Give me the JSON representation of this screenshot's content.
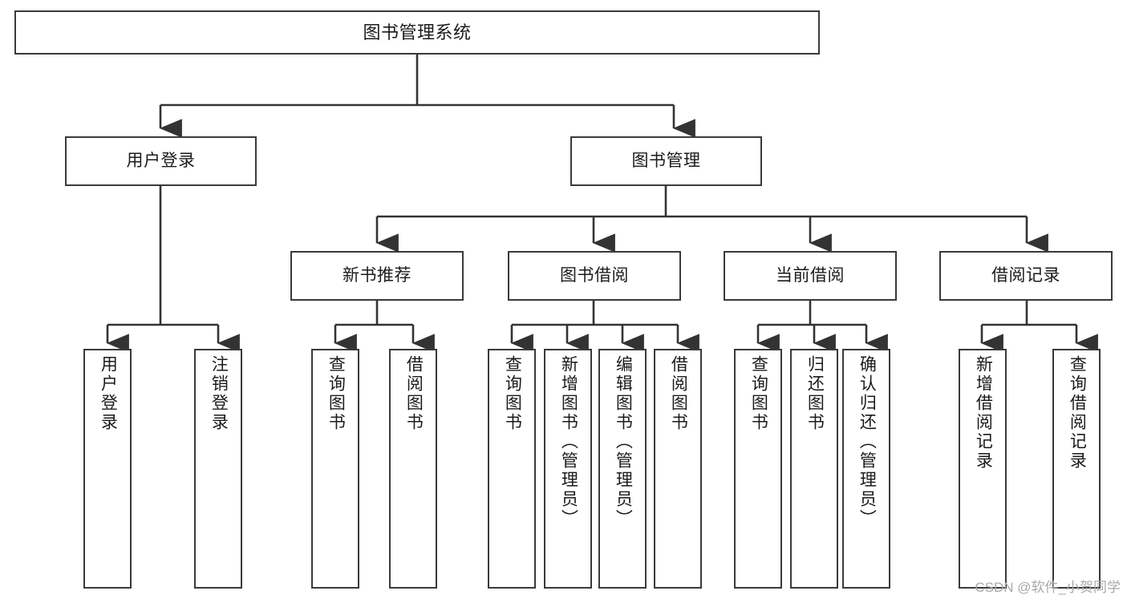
{
  "diagram": {
    "title": "图书管理系统",
    "type": "tree-structure-chart",
    "colors": {
      "box_border": "#3a3a3a",
      "box_fill": "#ffffff",
      "connector": "#333333",
      "text": "#1b1b1b",
      "watermark": "#a9a9a9"
    },
    "root": {
      "label": "图书管理系统"
    },
    "level2": [
      {
        "label": "用户登录"
      },
      {
        "label": "图书管理"
      }
    ],
    "level3": [
      {
        "label": "新书推荐"
      },
      {
        "label": "图书借阅"
      },
      {
        "label": "当前借阅"
      },
      {
        "label": "借阅记录"
      }
    ],
    "leaves": {
      "user_login": [
        {
          "label": "用户登录"
        },
        {
          "label": "注销登录"
        }
      ],
      "new_book_recommend": [
        {
          "label": "查询图书"
        },
        {
          "label": "借阅图书"
        }
      ],
      "book_borrow": [
        {
          "label": "查询图书"
        },
        {
          "label": "新增图书（管理员）"
        },
        {
          "label": "编辑图书（管理员）"
        },
        {
          "label": "借阅图书"
        }
      ],
      "current_borrow": [
        {
          "label": "查询图书"
        },
        {
          "label": "归还图书"
        },
        {
          "label": "确认归还（管理员）"
        }
      ],
      "borrow_records": [
        {
          "label": "新增借阅记录"
        },
        {
          "label": "查询借阅记录"
        }
      ]
    }
  },
  "watermark": {
    "text": "CSDN @软件_小贺同学"
  }
}
